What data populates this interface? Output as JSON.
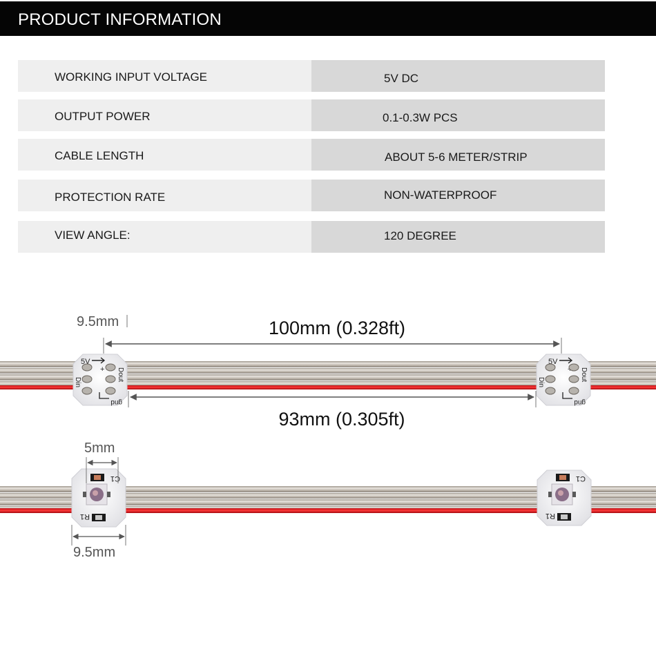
{
  "header": {
    "title": "PRODUCT INFORMATION"
  },
  "specs": [
    {
      "label": "WORKING INPUT VOLTAGE",
      "value": "5V DC"
    },
    {
      "label": "OUTPUT POWER",
      "value": "0.1-0.3W PCS"
    },
    {
      "label": "CABLE LENGTH",
      "value": "ABOUT 5-6 METER/STRIP"
    },
    {
      "label": "PROTECTION RATE",
      "value": "NON-WATERPROOF"
    },
    {
      "label": "VIEW ANGLE:",
      "value": "120 DEGREE"
    }
  ],
  "diagram": {
    "top_width_label": "9.5mm",
    "pitch_label": "100mm (0.328ft)",
    "gap_label": "93mm (0.305ft)",
    "led_width_label": "5mm",
    "bottom_width_label": "9.5mm",
    "pcb_top_labels": {
      "vin": "5V",
      "plus": "+",
      "din": "Din",
      "dout": "Dout",
      "gnd": "gnd"
    },
    "pcb_bottom_labels": {
      "c1": "C1",
      "r1": "R1"
    }
  },
  "colors": {
    "header_bg": "#050505",
    "header_text": "#ffffff",
    "label_cell": "#efefef",
    "value_cell": "#d8d8d8",
    "wire_red": "#e0141a",
    "wire_silver": "#c9c2b8",
    "dimension_line": "#6a6a6a"
  }
}
